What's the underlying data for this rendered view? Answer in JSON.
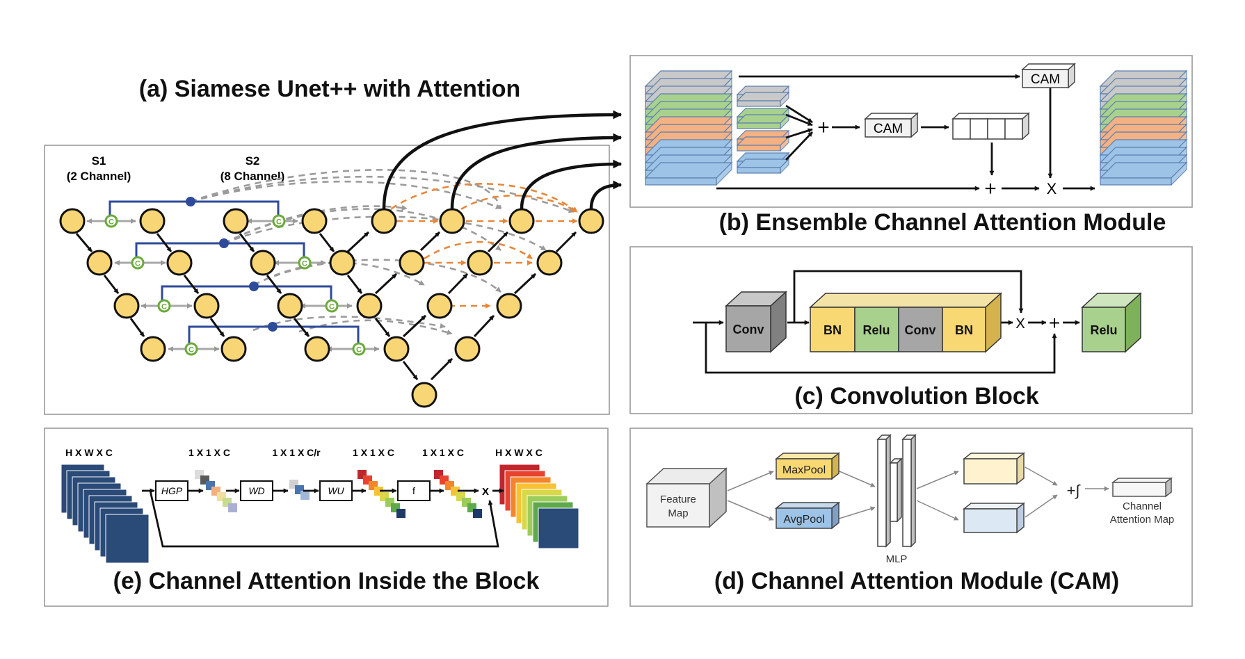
{
  "panel_a": {
    "title": "(a) Siamese Unet++ with Attention",
    "s1_name": "S1",
    "s1_sub": "(2 Channel)",
    "s2_name": "S2",
    "s2_sub": "(8 Channel)",
    "concat_symbol": "C"
  },
  "panel_b": {
    "title": "(b) Ensemble Channel Attention Module",
    "cam_label": "CAM",
    "plus": "+",
    "times": "X"
  },
  "panel_c": {
    "title": "(c) Convolution Block",
    "conv1": "Conv",
    "bn1": "BN",
    "relu1": "Relu",
    "conv2": "Conv",
    "bn2": "BN",
    "relu_out": "Relu",
    "times": "X",
    "plus": "+"
  },
  "panel_d": {
    "title": "(d) Channel Attention Module (CAM)",
    "feature_map_line1": "Feature",
    "feature_map_line2": "Map",
    "maxpool": "MaxPool",
    "avgpool": "AvgPool",
    "mlp": "MLP",
    "op_symbol": "+∫",
    "output_line1": "Channel",
    "output_line2": "Attention Map"
  },
  "panel_e": {
    "title": "(e) Channel Attention Inside the Block",
    "dim_input": "H X W X C",
    "dim_gp": "1 X 1 X C",
    "dim_d": "1 X 1 X C/r",
    "dim_u": "1 X 1 X C",
    "dim_f": "1 X 1 X C",
    "dim_output": "H X W X C",
    "op_gp": "HGP",
    "op_d": "WD",
    "op_u": "WU",
    "op_f": "f",
    "times": "X"
  },
  "colors": {
    "node_fill": "#f8d675",
    "blue_line": "#2e4a9a",
    "concat_green": "#6aaa3a",
    "skip_gray": "#999999",
    "skip_orange": "#e8873a",
    "bn_yellow": "#f7d873",
    "relu_green": "#a9d18e",
    "conv_gray": "#a6a6a6",
    "layer_blue": "#9dc3e6",
    "layer_orange": "#f4b183",
    "layer_green": "#a9d18e",
    "navy": "#2a4a78"
  }
}
